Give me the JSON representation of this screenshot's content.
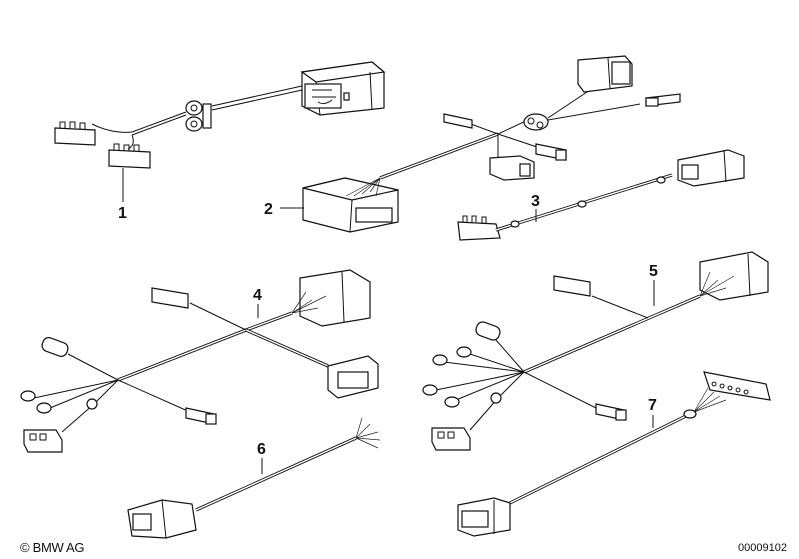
{
  "diagram": {
    "title": "Wiring harness parts diagram",
    "callouts": [
      {
        "id": "1",
        "label": "1"
      },
      {
        "id": "2",
        "label": "2"
      },
      {
        "id": "3",
        "label": "3"
      },
      {
        "id": "4",
        "label": "4"
      },
      {
        "id": "5",
        "label": "5"
      },
      {
        "id": "6",
        "label": "6"
      },
      {
        "id": "7",
        "label": "7"
      }
    ]
  },
  "footer": {
    "copyright": "© BMW AG",
    "document_number": "00009102"
  }
}
